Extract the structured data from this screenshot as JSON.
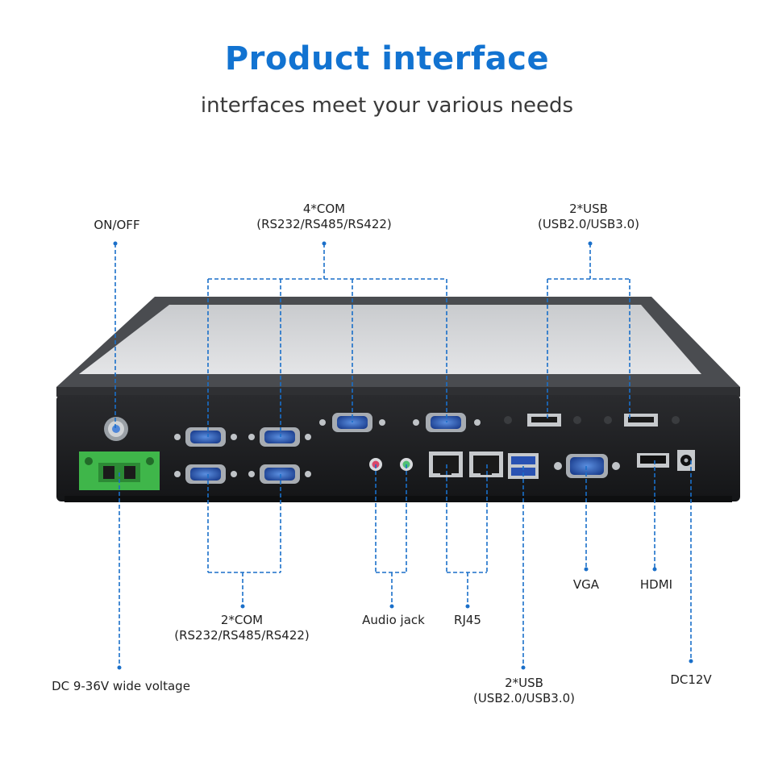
{
  "header": {
    "title": "Product interface",
    "subtitle": "interfaces meet your various needs"
  },
  "labels": {
    "on_off": "ON/OFF",
    "com4_line1": "4*COM",
    "com4_line2": "(RS232/RS485/RS422)",
    "usb_top_line1": "2*USB",
    "usb_top_line2": "(USB2.0/USB3.0)",
    "vga": "VGA",
    "hdmi": "HDMI",
    "audio": "Audio jack",
    "rj45": "RJ45",
    "com2_line1": "2*COM",
    "com2_line2": "(RS232/RS485/RS422)",
    "dc_wide": "DC 9-36V wide voltage",
    "usb_bottom_line1": "2*USB",
    "usb_bottom_line2": "(USB2.0/USB3.0)",
    "dc12": "DC12V"
  },
  "colors": {
    "title": "#1273d1",
    "leader": "#1a6fc9",
    "chassis": "#1e1f21",
    "bezel": "#3b3d40",
    "screen": "#d4d6d8",
    "terminal": "#39b54a"
  }
}
